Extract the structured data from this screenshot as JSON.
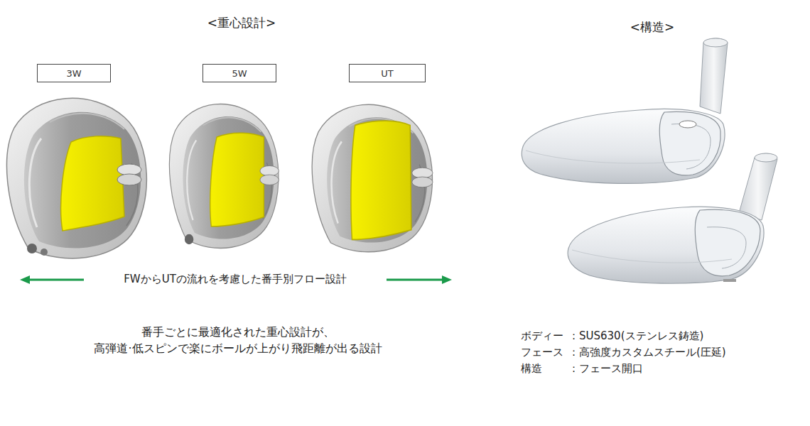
{
  "diagram": {
    "nodes": [
      {
        "text": [
          "3W"
        ]
      },
      {
        "text": [
          "5W"
        ]
      },
      {
        "text": [
          "UT"
        ]
      }
    ],
    "labels": [
      "<重心設計>",
      "<構造>",
      "FWからUTの流れを考慮した番手別フロー設計",
      "番手ごとに最適化された重心設計が、",
      "高弾道·低スピンで楽にボールが上がり飛距離が出る設計",
      "ボディー",
      "：SUS630(ステンレス鋳造)",
      "フェース",
      "：高強度カスタムスチール(圧延)",
      "構造",
      "：フェース開口"
    ]
  }
}
